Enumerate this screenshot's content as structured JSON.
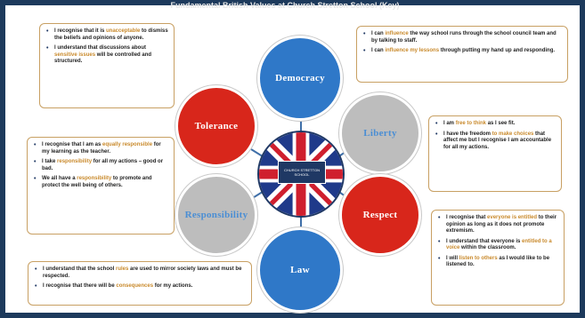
{
  "title": "Fundamental British Values at Church Stretton School (Key)",
  "values": {
    "democracy": "Democracy",
    "liberty": "Liberty",
    "respect": "Respect",
    "law": "Law",
    "responsibility": "Responsibility",
    "tolerance": "Tolerance"
  },
  "logo_text": "CHURCH STRETTON SCHOOL",
  "boxes": {
    "tolerance": [
      {
        "a": "I recognise that it is ",
        "h": "unacceptable",
        "b": " to dismiss the beliefs and opinions of anyone."
      },
      {
        "a": "I understand that discussions about ",
        "h": "sensitive issues",
        "b": " will be controlled and structured."
      }
    ],
    "democracy": [
      {
        "a": "I can ",
        "h": "influence",
        "b": " the way school runs through the school council team and by talking to staff."
      },
      {
        "a": "I can ",
        "h": "influence my lessons",
        "b": " through putting my hand up and responding."
      }
    ],
    "liberty": [
      {
        "a": "I am ",
        "h": "free to think",
        "b": " as I see fit."
      },
      {
        "a": "I have the freedom ",
        "h": "to make choices",
        "b": " that affect me but I recognise I am accountable for all my actions."
      }
    ],
    "responsibility": [
      {
        "a": "I recognise that I am as ",
        "h": "equally responsible",
        "b": " for my learning as the teacher."
      },
      {
        "a": "I take ",
        "h": "responsibility",
        "b": " for all my actions – good or bad."
      },
      {
        "a": "We all have a ",
        "h": "responsibility",
        "b": " to promote and protect the well being of others."
      }
    ],
    "respect": [
      {
        "a": "I recognise that ",
        "h": "everyone is entitled",
        "b": " to their opinion as long as it does not promote extremism."
      },
      {
        "a": "I understand that everyone is ",
        "h": "entitled to a voice",
        "b": " within the classroom."
      },
      {
        "a": "I will ",
        "h": "listen to others",
        "b": " as I would like to be listened to."
      }
    ],
    "law": [
      {
        "a": "I understand that the school ",
        "h": "rules",
        "b": " are used to mirror society laws and must be respected."
      },
      {
        "a": "I recognise that there will be ",
        "h": "consequences",
        "b": " for my actions."
      }
    ]
  },
  "colors": {
    "navy": "#1d3a5c",
    "blue": "#2f78c8",
    "red": "#d8261b",
    "grey": "#bdbdbd",
    "accent": "#c98a2c",
    "box_border": "#c8a063"
  }
}
